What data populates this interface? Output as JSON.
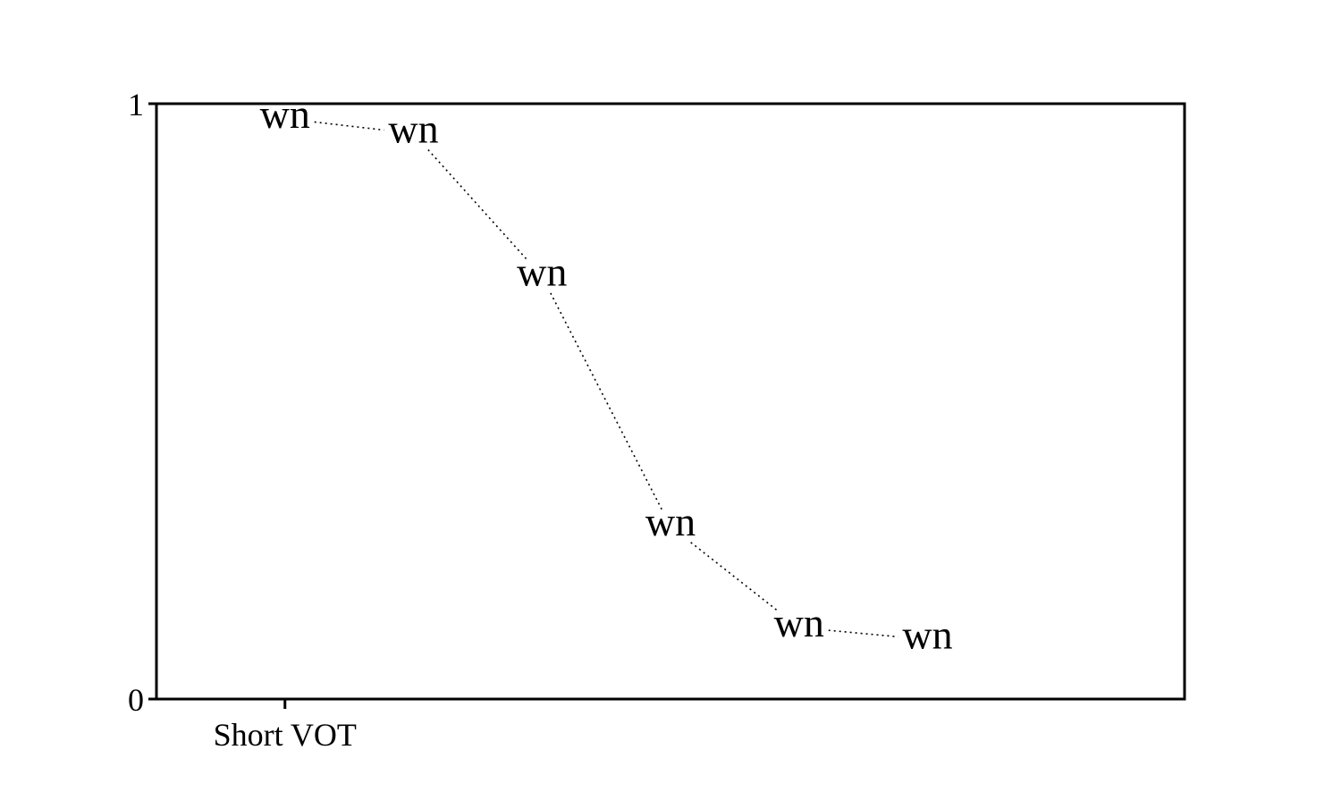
{
  "chart_data": {
    "type": "line",
    "title": "",
    "xlabel": "",
    "ylabel": "",
    "x": [
      1,
      2,
      3,
      4,
      5,
      6
    ],
    "xlim": [
      0,
      8
    ],
    "ylim": [
      0,
      1
    ],
    "x_ticks": [
      {
        "x": 1,
        "label": "Short VOT"
      }
    ],
    "y_ticks": [
      {
        "y": 0,
        "label": "0"
      },
      {
        "y": 1,
        "label": "1"
      }
    ],
    "series": [
      {
        "values": [
          0.975,
          0.95,
          0.71,
          0.29,
          0.12,
          0.1
        ],
        "marker_label": "wn",
        "line_style": "dotted",
        "color": "#000000"
      }
    ],
    "grid": false,
    "legend": "none"
  }
}
